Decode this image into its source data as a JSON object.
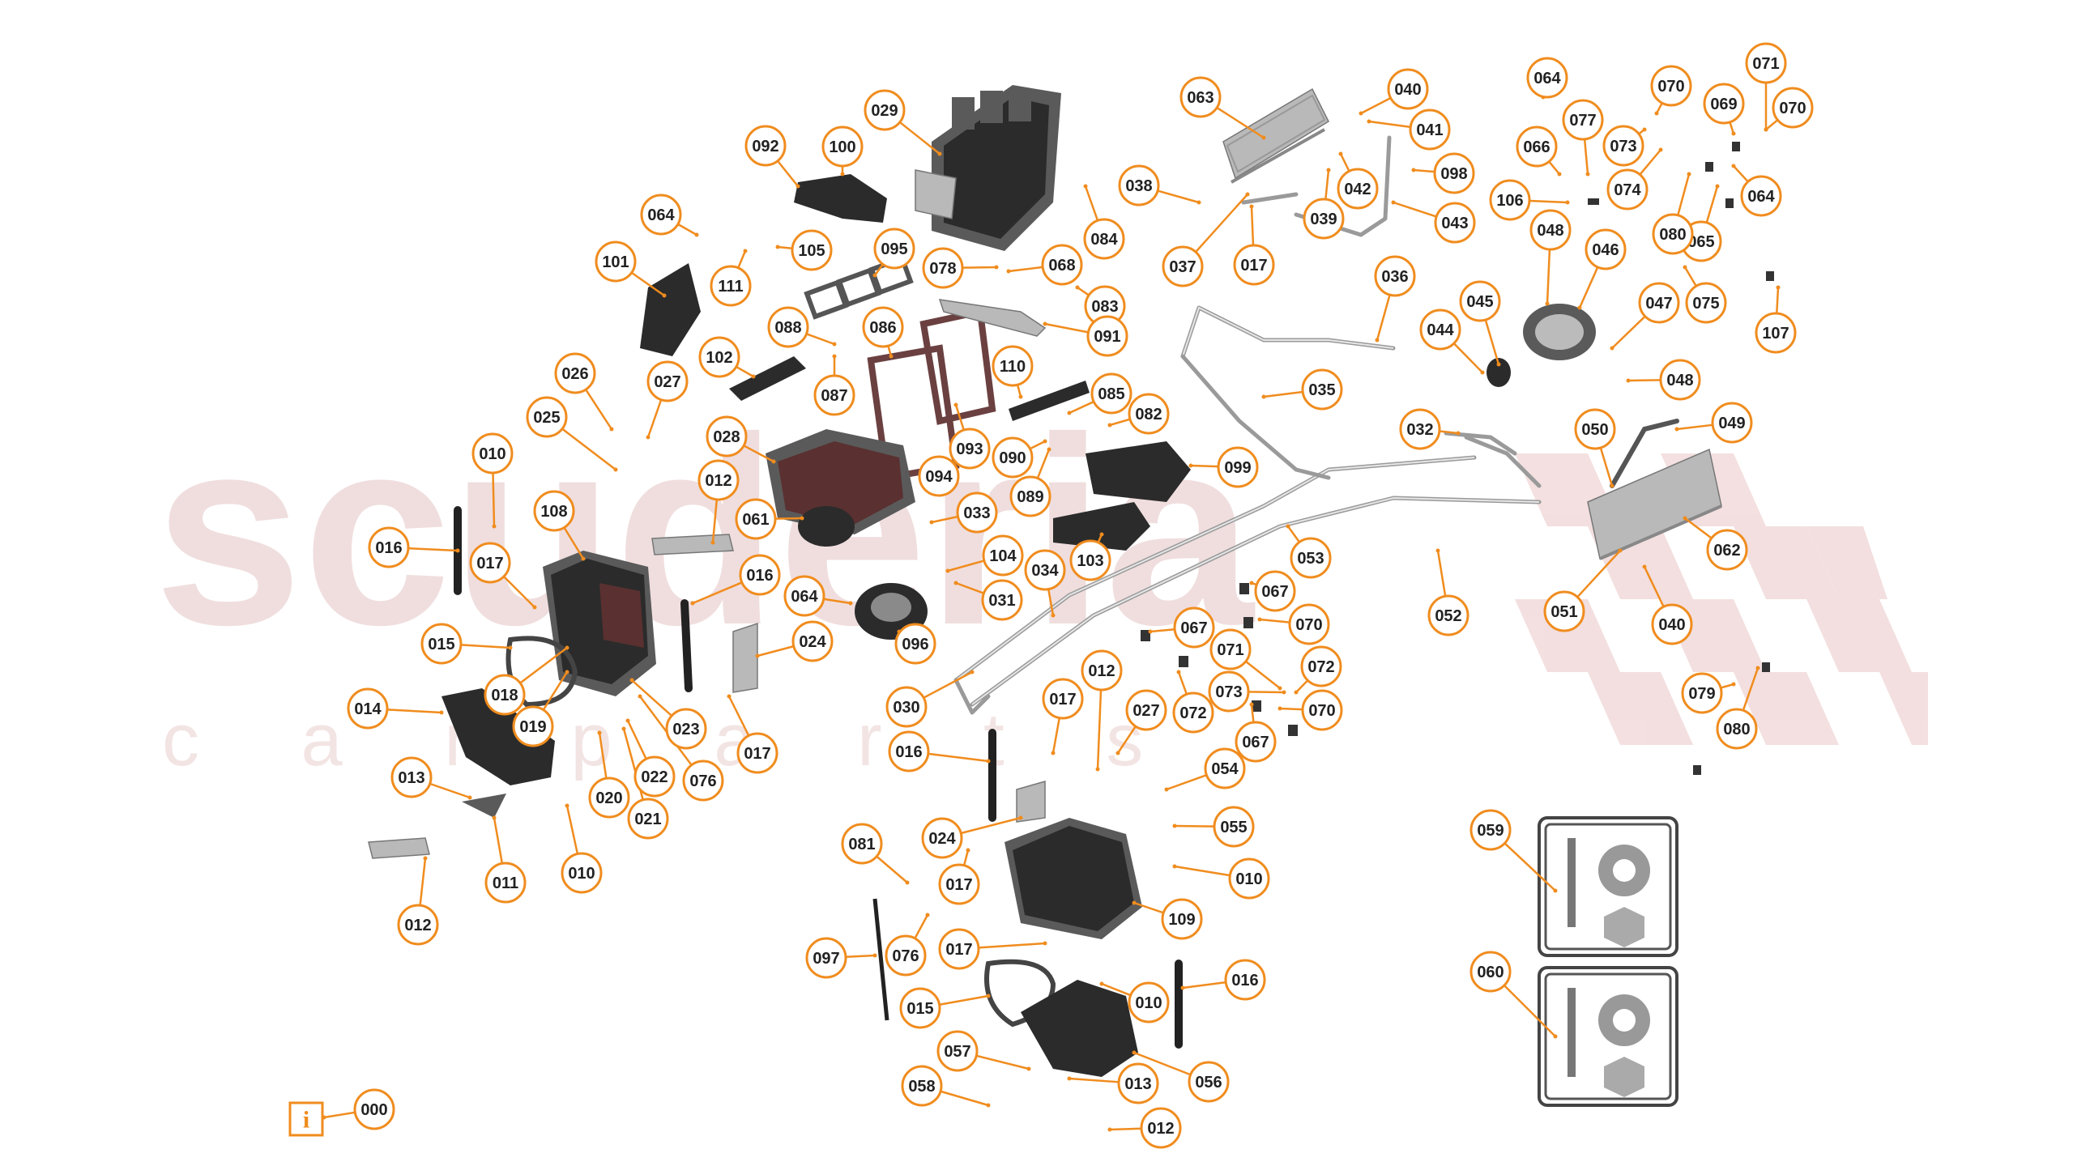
{
  "diagram": {
    "watermark": "scuderia",
    "watermark_sub": "c a r p a r t s",
    "callouts": [
      "000",
      "010",
      "011",
      "012",
      "013",
      "014",
      "015",
      "016",
      "017",
      "018",
      "019",
      "020",
      "021",
      "022",
      "023",
      "024",
      "025",
      "026",
      "027",
      "028",
      "029",
      "030",
      "031",
      "032",
      "033",
      "034",
      "035",
      "036",
      "037",
      "038",
      "039",
      "040",
      "041",
      "042",
      "043",
      "044",
      "045",
      "046",
      "047",
      "048",
      "049",
      "050",
      "051",
      "052",
      "053",
      "054",
      "055",
      "056",
      "057",
      "058",
      "059",
      "060",
      "061",
      "062",
      "063",
      "064",
      "065",
      "066",
      "067",
      "068",
      "069",
      "070",
      "071",
      "072",
      "073",
      "074",
      "075",
      "076",
      "077",
      "078",
      "079",
      "080",
      "081",
      "082",
      "083",
      "084",
      "085",
      "086",
      "087",
      "088",
      "089",
      "090",
      "091",
      "092",
      "093",
      "094",
      "095",
      "096",
      "097",
      "098",
      "099",
      "100",
      "101",
      "102",
      "103",
      "104",
      "105",
      "106",
      "107",
      "108",
      "109",
      "110",
      "111"
    ]
  },
  "colors": {
    "callout_border": "#f08c1e",
    "info_icon": "#f08c1e",
    "watermark": "#f0dede"
  },
  "icons": {
    "info": "info-icon",
    "kit_059": "service-kit-icon",
    "kit_060": "service-kit-icon"
  }
}
